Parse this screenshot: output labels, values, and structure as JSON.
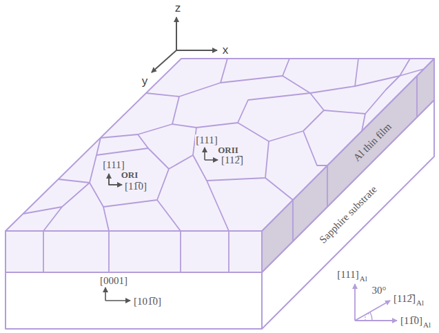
{
  "diagram": {
    "labels": [
      "z",
      "x",
      "y",
      "[111]",
      "ORII",
      "[112̅]",
      "[111]",
      "ORI",
      "[11̅0]",
      "Al thin film",
      "Sapphire substrate",
      "[0001]",
      "[101̅0]",
      "[111]",
      "Al",
      "30°",
      "[112̅]",
      "Al",
      "[11̅0]",
      "Al"
    ]
  }
}
